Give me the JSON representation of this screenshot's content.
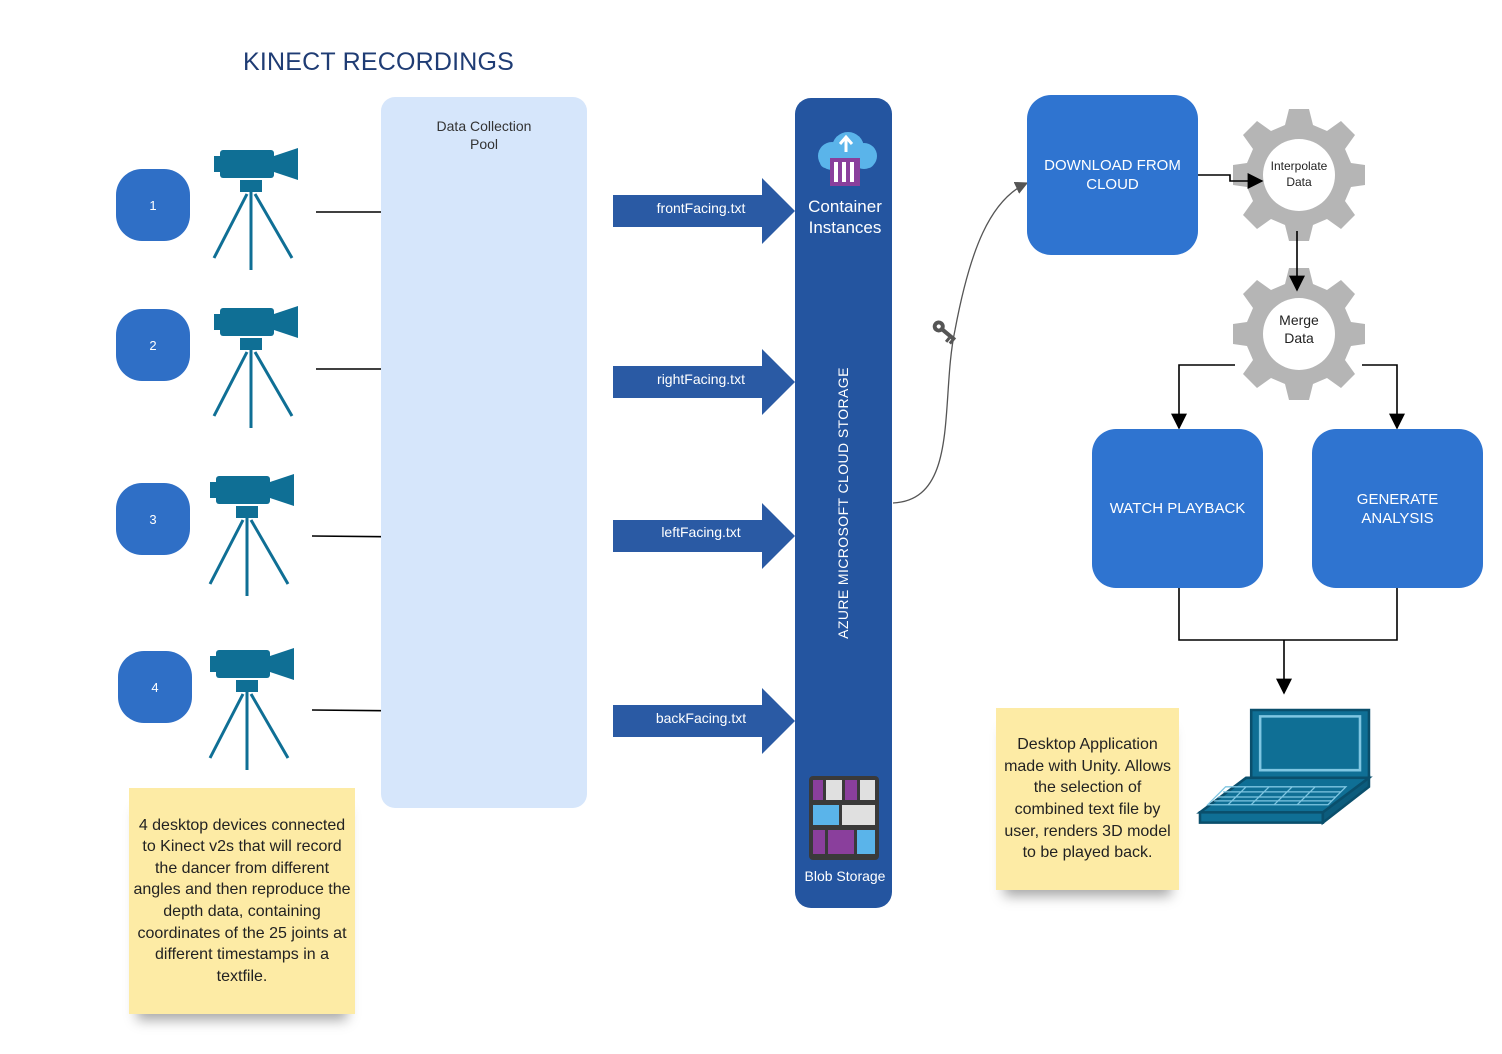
{
  "title": "KINECT RECORDINGS",
  "pool": {
    "label": "Data Collection Pool"
  },
  "devices": [
    {
      "number": "1"
    },
    {
      "number": "2"
    },
    {
      "number": "3"
    },
    {
      "number": "4"
    }
  ],
  "files": [
    "frontFacing.txt",
    "rightFacing.txt",
    "leftFacing.txt",
    "backFacing.txt"
  ],
  "cloud": {
    "label": "AZURE MICROSOFT CLOUD STORAGE",
    "container_label": "Container Instances",
    "blob_label": "Blob Storage"
  },
  "steps": {
    "download": "DOWNLOAD FROM CLOUD",
    "interpolate": "Interpolate Data",
    "merge": "Merge Data",
    "watch": "WATCH PLAYBACK",
    "analysis": "GENERATE ANALYSIS"
  },
  "notes": {
    "devices": "4 desktop devices connected to Kinect v2s that will record the dancer from different angles and then reproduce the depth data, containing coordinates of the 25 joints at different timestamps in a textfile.",
    "app": "Desktop Application made with Unity. Allows the selection of combined text file by user, renders 3D model to be played back."
  },
  "colors": {
    "node_blue": "#2f6fc6",
    "pool_bg": "#d6e6fb",
    "arrow_blue": "#2a5aa4",
    "cloud_bar": "#2455a0",
    "step_box": "#2f74d0",
    "device_teal": "#0f6f95",
    "note_bg": "#fdeba5",
    "gear_gray": "#b5b5b5"
  },
  "icons": [
    "kinect-camera-icon",
    "laptop-icon",
    "container-cloud-icon",
    "blob-storage-icon",
    "key-icon",
    "gear-icon"
  ]
}
